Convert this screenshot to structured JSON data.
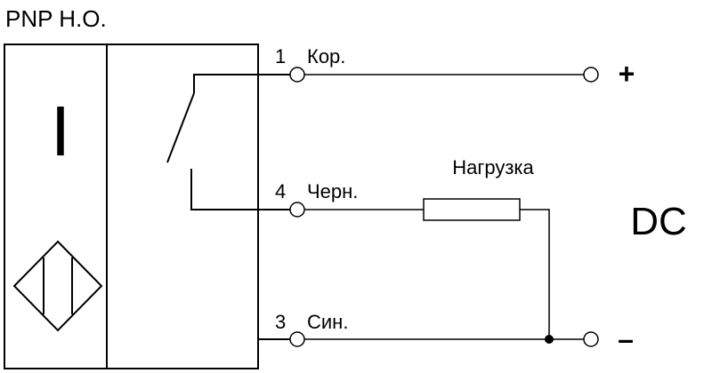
{
  "title": "PNP Н.О.",
  "sensor": {
    "symbol": "I"
  },
  "terminals": [
    {
      "number": "1",
      "label": "Кор.",
      "polarity": "+"
    },
    {
      "number": "4",
      "label": "Черн."
    },
    {
      "number": "3",
      "label": "Син.",
      "polarity": "–"
    }
  ],
  "load": {
    "label": "Нагрузка"
  },
  "supply": {
    "label": "DC"
  }
}
